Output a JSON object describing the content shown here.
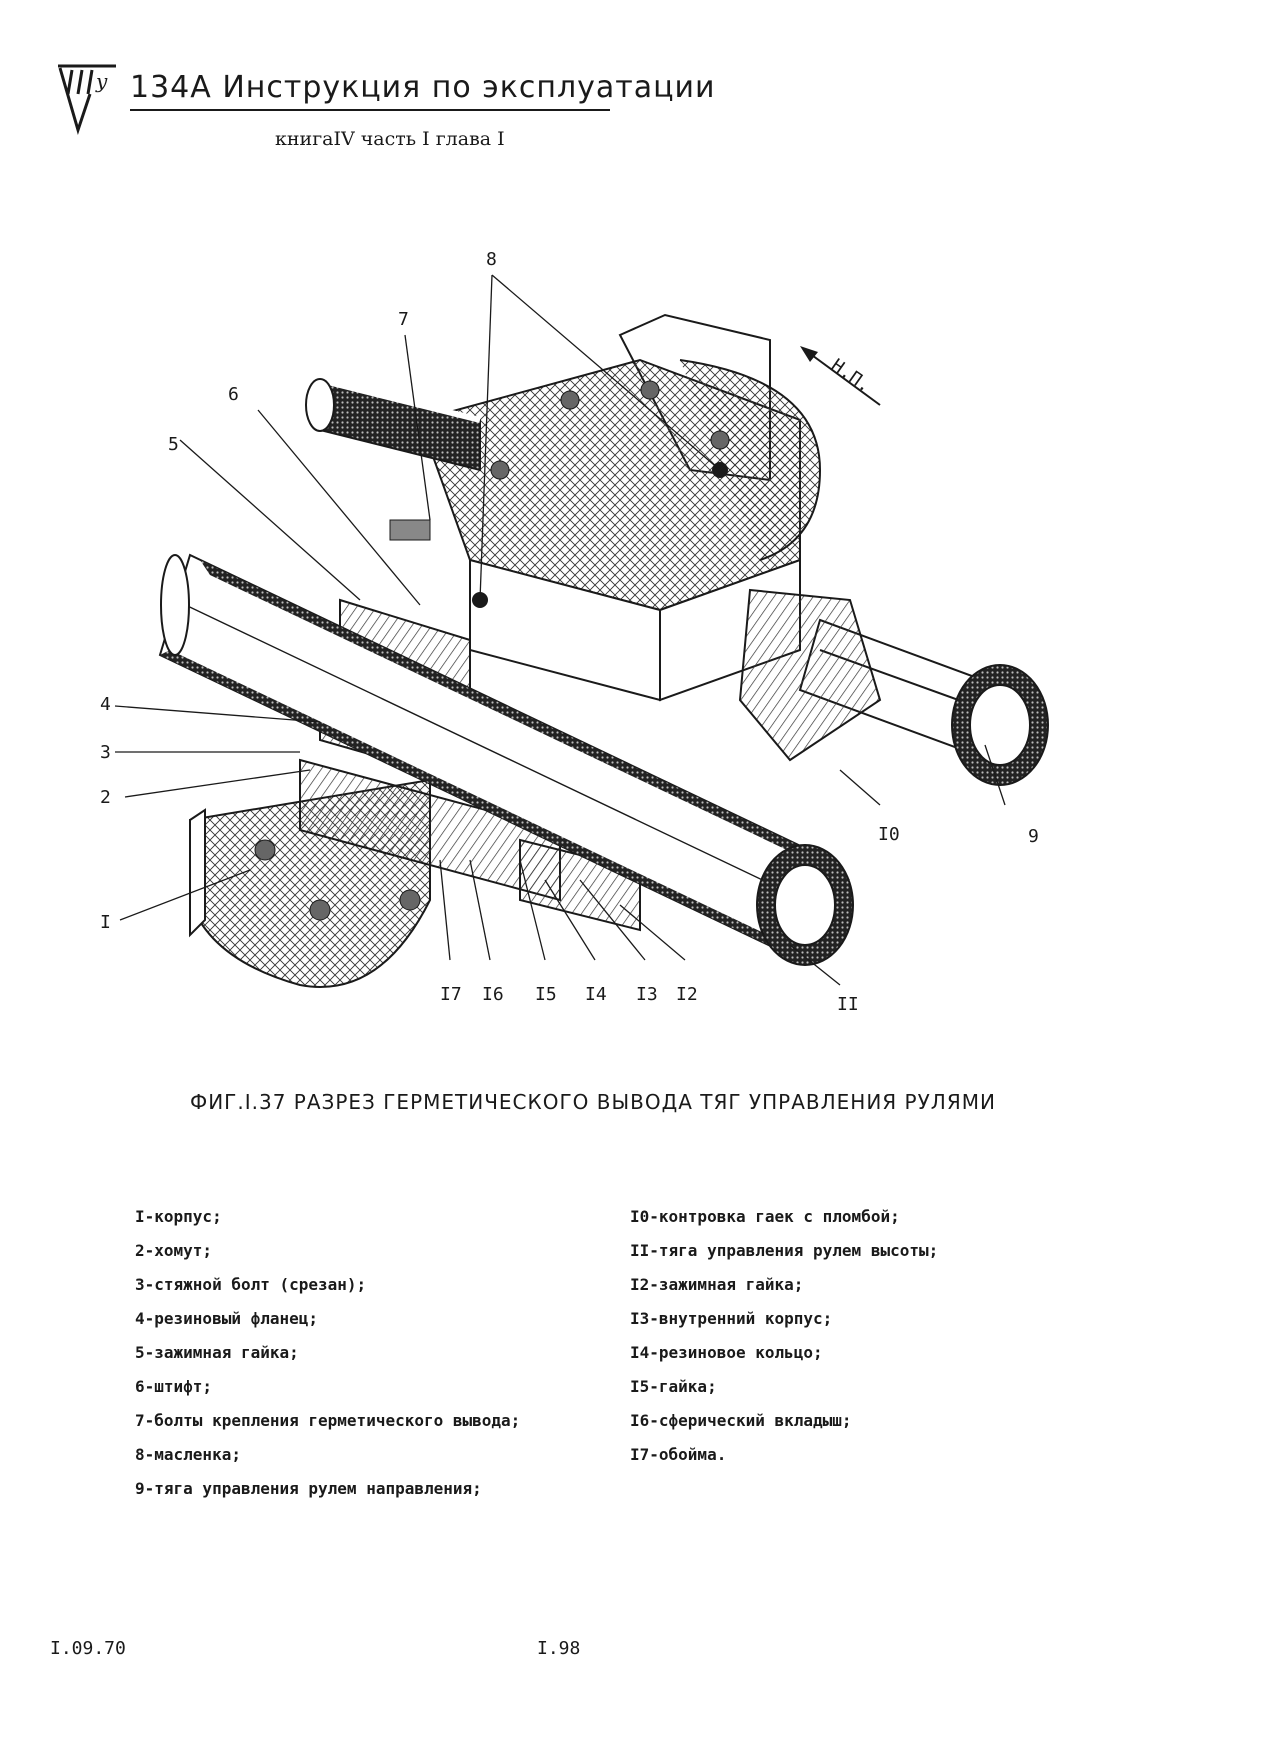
{
  "header": {
    "title": "134А Инструкция по эксплуатации",
    "subtitle": "книгаIV часть I глава I"
  },
  "figure": {
    "direction_label": "Н.П.",
    "callouts": [
      "I",
      "2",
      "3",
      "4",
      "5",
      "6",
      "7",
      "8",
      "9",
      "I0",
      "II",
      "I2",
      "I3",
      "I4",
      "I5",
      "I6",
      "I7"
    ],
    "caption": "ФИГ.I.37 РАЗРЕЗ ГЕРМЕТИЧЕСКОГО ВЫВОДА ТЯГ УПРАВЛЕНИЯ РУЛЯМИ"
  },
  "legend": {
    "left": [
      "I-корпус;",
      "2-хомут;",
      "3-стяжной болт (срезан);",
      "4-резиновый фланец;",
      "5-зажимная гайка;",
      "6-штифт;",
      "7-болты крепления герметического вывода;",
      "8-масленка;",
      "9-тяга управления рулем направления;"
    ],
    "right": [
      "I0-контровка гаек с пломбой;",
      "II-тяга управления рулем высоты;",
      "I2-зажимная гайка;",
      "I3-внутренний корпус;",
      "I4-резиновое кольцо;",
      "I5-гайка;",
      "I6-сферический вкладыш;",
      "I7-обойма."
    ]
  },
  "footer": {
    "date": "I.09.70",
    "page": "I.98"
  }
}
